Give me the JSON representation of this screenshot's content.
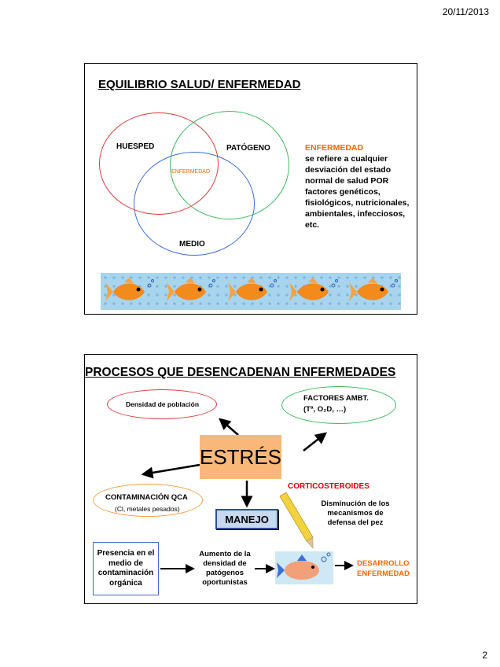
{
  "header": {
    "date": "20/11/2013"
  },
  "footer": {
    "page_number": "2"
  },
  "slide1": {
    "title": "EQUILIBRIO SALUD/ ENFERMEDAD",
    "venn": {
      "huesped": "HUESPED",
      "patogeno": "PATÓGENO",
      "medio": "MEDIO",
      "center": "ENFERMEDAD"
    },
    "definition": {
      "term": "ENFERMEDAD",
      "text": "se refiere a cualquier desviación del estado normal de salud POR factores genéticos, fisiológicos, nutricionales, ambientales, infecciosos, etc."
    },
    "colors": {
      "huesped": "#e03a3a",
      "patogeno": "#3cbb5a",
      "medio": "#3a6fd8",
      "accent": "#ff6600"
    }
  },
  "slide2": {
    "title": "PROCESOS QUE DESENCADENAN ENFERMEDADES",
    "densidad": "Densidad de población",
    "factores": {
      "line1": "FACTORES AMBT.",
      "line2": "(Tª, O₂D, …)"
    },
    "estres": "ESTRÉS",
    "contaminacion": {
      "line1": "CONTAMINACIÓN QCA",
      "line2": "(Cl, metales pesados)"
    },
    "manejo": "MANEJO",
    "corticosteroides": "CORTICOSTEROIDES",
    "disminucion": "Disminución de los mecanismos de defensa del pez",
    "presencia": "Presencia en el medio de contaminación orgánica",
    "aumento": "Aumento de la densidad de patógenos oportunistas",
    "desarrollo": {
      "line1": "DESARROLLO",
      "line2": "ENFERMEDAD"
    },
    "colors": {
      "densidad": "#e03a3a",
      "factores": "#3cbb5a",
      "contaminacion": "#f4a040",
      "estres": "#f9b77a",
      "manejo": "#c7d8ef"
    }
  }
}
